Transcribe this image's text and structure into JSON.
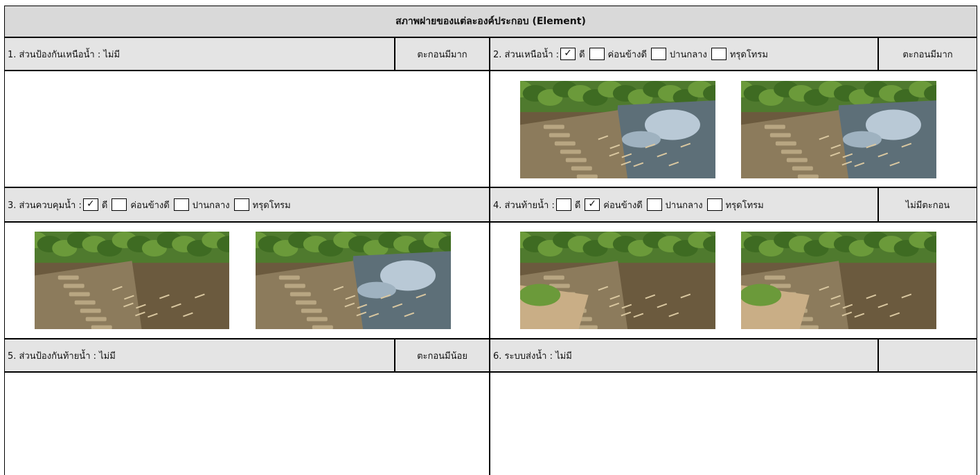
{
  "header": {
    "title": "สภาพฝายของแต่ละองค์ประกอบ (Element)"
  },
  "sections": {
    "s1": {
      "label": "1. ส่วนป้องกันเหนือน้ำ : ไม่มี",
      "condition": "ตะกอนมีมาก"
    },
    "s2": {
      "prefix": "2. ส่วนเหนือน้ำ :",
      "options": [
        {
          "label": "ดี",
          "checked": true
        },
        {
          "label": "ค่อนข้างดี",
          "checked": false
        },
        {
          "label": "ปานกลาง",
          "checked": false
        },
        {
          "label": "ทรุดโทรม",
          "checked": false
        }
      ],
      "condition": "ตะกอนมีมาก",
      "photos": [
        "photo-upstream-1",
        "photo-upstream-2"
      ]
    },
    "s3": {
      "prefix": "3. ส่วนควบคุมน้ำ :",
      "options": [
        {
          "label": "ดี",
          "checked": true
        },
        {
          "label": "ค่อนข้างดี",
          "checked": false
        },
        {
          "label": "ปานกลาง",
          "checked": false
        },
        {
          "label": "ทรุดโทรม",
          "checked": false
        }
      ],
      "condition": "",
      "photos": [
        "photo-control-1",
        "photo-control-2"
      ]
    },
    "s4": {
      "prefix": "4. ส่วนท้ายน้ำ :",
      "options": [
        {
          "label": "ดี",
          "checked": false
        },
        {
          "label": "ค่อนข้างดี",
          "checked": true
        },
        {
          "label": "ปานกลาง",
          "checked": false
        },
        {
          "label": "ทรุดโทรม",
          "checked": false
        }
      ],
      "condition": "ไม่มีตะกอน",
      "photos": [
        "photo-downstream-1",
        "photo-downstream-2"
      ]
    },
    "s5": {
      "label": "5. ส่วนป้องกันท้ายน้ำ : ไม่มี",
      "condition": "ตะกอนมีน้อย"
    },
    "s6": {
      "label": "6. ระบบส่งน้ำ : ไม่มี",
      "condition": ""
    }
  },
  "check_mark": "✓",
  "colors": {
    "header_bg": "#d9d9d9",
    "row_bg": "#e4e4e4",
    "border": "#000000"
  }
}
